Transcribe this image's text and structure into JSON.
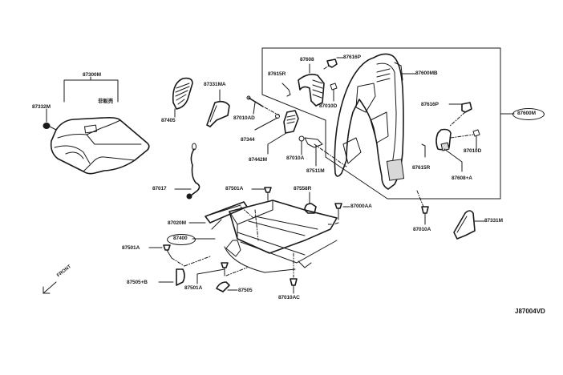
{
  "diagram": {
    "title_code": "J87004VD",
    "front_label": "FRONT",
    "labels": {
      "p87300M": "87300M",
      "p87332M": "87332M",
      "p_nonsale": "非販売",
      "p87405": "87405",
      "p87331MA": "87331MA",
      "p87010AD": "87010AD",
      "p87344": "87344",
      "p87442M": "87442M",
      "p87010A_upper": "87010A",
      "p87511M": "87511M",
      "p87017": "87017",
      "p87608": "87608",
      "p87616P_top": "87616P",
      "p87615R_top": "87615R",
      "p87010D_top": "87010D",
      "p87600MB": "87600MB",
      "p87616P_right": "87616P",
      "p87010D_right": "87010D",
      "p87615R_right": "87615R",
      "p87608A": "87608+A",
      "p87600M": "87600M",
      "p87501A_top": "87501A",
      "p87558R": "87558R",
      "p87000AA": "87000AA",
      "p87020M": "87020M",
      "p87400": "87400",
      "p87010A_lower": "87010A",
      "p87331M": "87331M",
      "p87501A_left": "87501A",
      "p87505B": "87505+B",
      "p87501A_bottom": "87501A",
      "p87505": "87505",
      "p87010AC": "87010AC"
    },
    "icons": [
      "front-arrow-icon",
      "bolt-icon",
      "clip-icon",
      "screw-icon"
    ]
  }
}
